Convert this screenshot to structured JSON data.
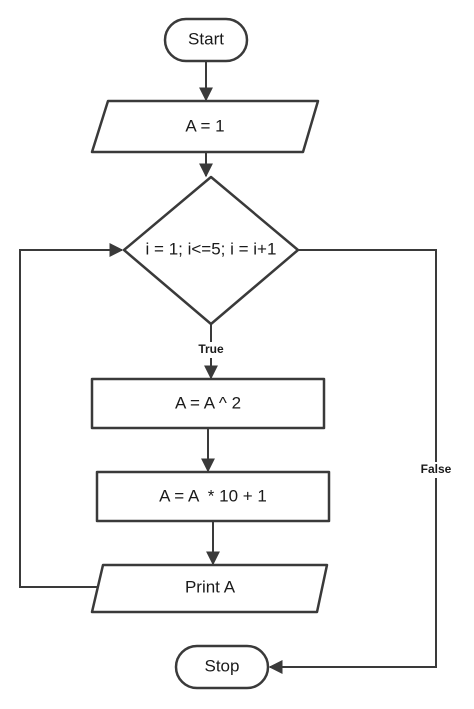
{
  "flowchart": {
    "nodes": {
      "start": "Start",
      "init": "A = 1",
      "loop": "i = 1; i<=5; i = i+1",
      "square": "A = A ^ 2",
      "compute": "A = A  * 10 + 1",
      "print": "Print A",
      "stop": "Stop"
    },
    "edges": {
      "true_label": "True",
      "false_label": "False"
    }
  }
}
